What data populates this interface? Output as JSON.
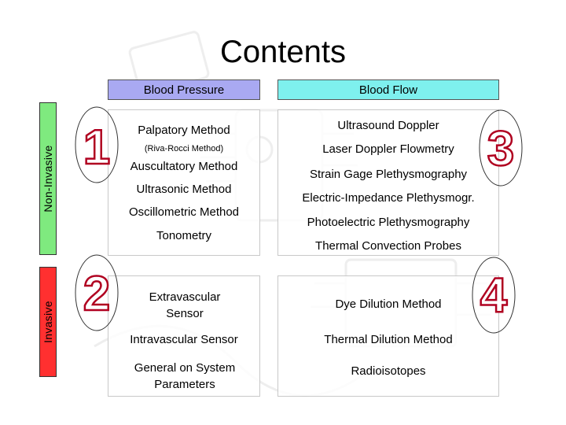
{
  "title": "Contents",
  "columns": {
    "blood_pressure": "Blood Pressure",
    "blood_flow": "Blood Flow"
  },
  "rows": {
    "non_invasive": "Non-Invasive",
    "invasive": "Invasive"
  },
  "numbers": [
    "1",
    "2",
    "3",
    "4"
  ],
  "quadrant1": {
    "items": [
      "Palpatory Method",
      "(Riva-Rocci Method)",
      "Auscultatory Method",
      "Ultrasonic Method",
      "Oscillometric Method",
      "Tonometry"
    ]
  },
  "quadrant2": {
    "items": [
      "Extravascular Sensor",
      "Intravascular Sensor",
      "General on System Parameters"
    ]
  },
  "quadrant3": {
    "items": [
      "Ultrasound Doppler",
      "Laser Doppler Flowmetry",
      "Strain Gage Plethysmography",
      "Electric-Impedance Plethysmogr.",
      "Photoelectric Plethysmography",
      "Thermal Convection Probes"
    ]
  },
  "quadrant4": {
    "items": [
      "Dye Dilution Method",
      "Thermal Dilution Method",
      "Radioisotopes"
    ]
  },
  "colors": {
    "blood_pressure_header": "#a9a9f2",
    "blood_flow_header": "#7ef0ee",
    "non_invasive_label": "#7fea7f",
    "invasive_label": "#ff3030",
    "number_outline": "#b00020"
  }
}
